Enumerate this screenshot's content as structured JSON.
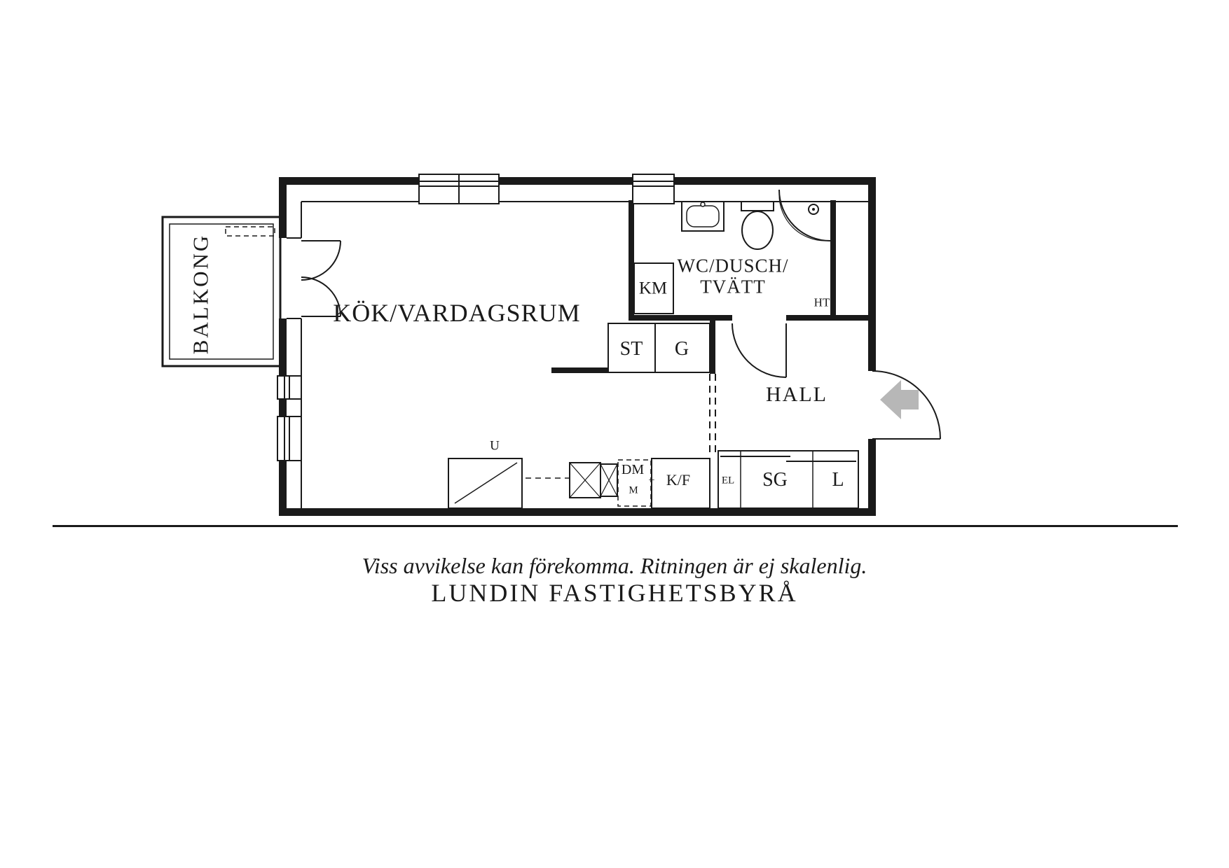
{
  "floorplan": {
    "rooms": {
      "kitchen_living": "KÖK/VARDAGSRUM",
      "bathroom_line1": "WC/DUSCH/",
      "bathroom_line2": "TVÄTT",
      "hall": "HALL",
      "balcony": "BALKONG"
    },
    "labels": {
      "washing_machine": "KM",
      "towel_dryer": "HT",
      "closet_st": "ST",
      "closet_g": "G",
      "oven": "U",
      "dishwasher": "DM",
      "micro": "M",
      "plus": "+",
      "fridge_freezer": "K/F",
      "electrical": "EL",
      "sliding_closet": "SG",
      "closet_l": "L"
    }
  },
  "footer": {
    "disclaimer": "Viss avvikelse kan förekomma. Ritningen är ej skalenlig.",
    "brand": "LUNDIN FASTIGHETSBYRÅ"
  },
  "colors": {
    "line": "#1a1a1a",
    "entrance_arrow": "#b7b7b7",
    "background": "#ffffff"
  }
}
